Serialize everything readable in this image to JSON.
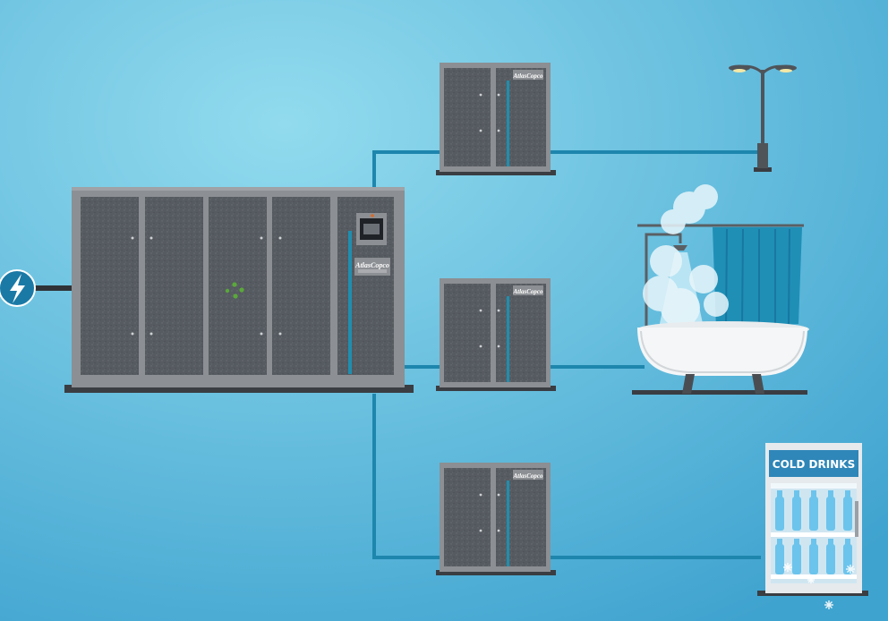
{
  "diagram": {
    "main_unit": {
      "brand": "AtlasCopco"
    },
    "small_units": [
      {
        "brand": "AtlasCopco"
      },
      {
        "brand": "AtlasCopco"
      },
      {
        "brand": "AtlasCopco"
      }
    ],
    "power_source": {
      "icon": "lightning-bolt-icon"
    },
    "consumers": [
      {
        "icon": "street-lamp-icon"
      },
      {
        "icon": "bathtub-shower-icon"
      },
      {
        "icon": "drinks-fridge-icon",
        "label": "COLD DRINKS"
      }
    ]
  },
  "colors": {
    "background_center": "#92dbee",
    "background_edge": "#3fa3cf",
    "cabinet": "#8c8f93",
    "panel": "#555a60",
    "pipe": "#1e86ad",
    "accent_stripe": "#1e8fb0",
    "fridge_header": "#2f86b8",
    "bottle": "#6cc4ec"
  }
}
